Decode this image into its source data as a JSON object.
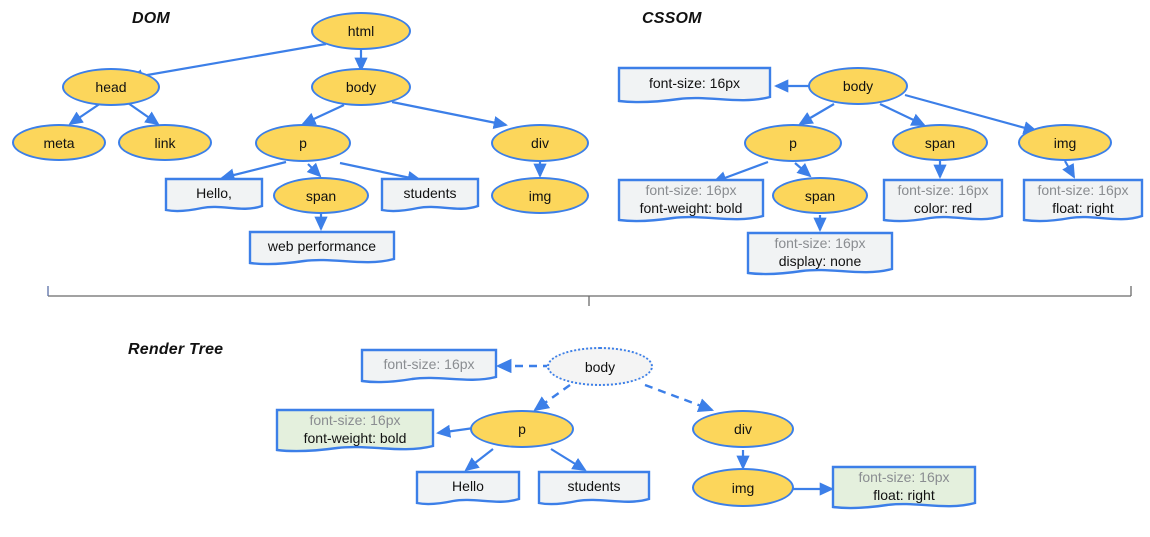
{
  "background": "#ffffff",
  "colors": {
    "node_fill": "#FCD65B",
    "node_stroke": "#3C7FE8",
    "box_fill": "#F1F3F4",
    "box_fill_green": "#E4F0DD",
    "box_stroke": "#3C7FE8",
    "edge": "#3C7FE8",
    "inherited_text": "#8A8D91",
    "own_text": "#111111",
    "divider": "#6b6b6b"
  },
  "sections": {
    "dom": {
      "title": "DOM"
    },
    "cssom": {
      "title": "CSSOM"
    },
    "render": {
      "title": "Render Tree"
    }
  },
  "dom": {
    "nodes": [
      {
        "label": "html"
      },
      {
        "label": "head"
      },
      {
        "label": "body"
      },
      {
        "label": "meta"
      },
      {
        "label": "link"
      },
      {
        "label": "p"
      },
      {
        "label": "div"
      },
      {
        "label": "span"
      },
      {
        "label": "img"
      }
    ],
    "boxes": [
      {
        "text": "Hello,"
      },
      {
        "text": "students"
      },
      {
        "text": "web performance"
      }
    ]
  },
  "cssom": {
    "nodes": [
      {
        "label": "body"
      },
      {
        "label": "p"
      },
      {
        "label": "span"
      },
      {
        "label": "img"
      },
      {
        "label": "span"
      }
    ],
    "boxes": [
      {
        "inherited": "",
        "own": "font-size: 16px"
      },
      {
        "inherited": "font-size: 16px",
        "own": "font-weight: bold"
      },
      {
        "inherited": "font-size: 16px",
        "own": "display: none"
      },
      {
        "inherited": "font-size: 16px",
        "own": "color: red"
      },
      {
        "inherited": "font-size: 16px",
        "own": "float: right"
      }
    ]
  },
  "render": {
    "nodes": [
      {
        "label": "body"
      },
      {
        "label": "p"
      },
      {
        "label": "div"
      },
      {
        "label": "img"
      }
    ],
    "boxes": [
      {
        "inherited": "font-size: 16px",
        "own": ""
      },
      {
        "inherited": "font-size: 16px",
        "own": "font-weight: bold"
      },
      {
        "text": "Hello"
      },
      {
        "text": "students"
      },
      {
        "inherited": "font-size: 16px",
        "own": "float: right"
      }
    ]
  }
}
